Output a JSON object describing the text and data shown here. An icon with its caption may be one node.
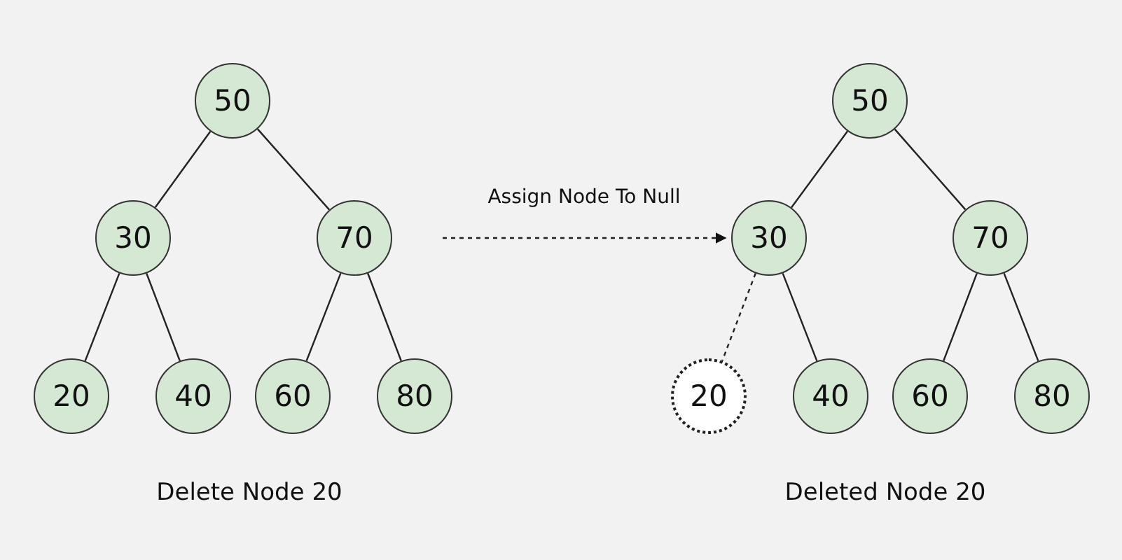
{
  "diagram": {
    "nodes": [
      {
        "text": [
          "50"
        ]
      },
      {
        "text": [
          "30"
        ]
      },
      {
        "text": [
          "70"
        ]
      },
      {
        "text": [
          "20"
        ]
      },
      {
        "text": [
          "40"
        ]
      },
      {
        "text": [
          "60"
        ]
      },
      {
        "text": [
          "80"
        ]
      },
      {
        "text": [
          "50"
        ]
      },
      {
        "text": [
          "30"
        ]
      },
      {
        "text": [
          "70"
        ]
      },
      {
        "text": [
          "20"
        ]
      },
      {
        "text": [
          "40"
        ]
      },
      {
        "text": [
          "60"
        ]
      },
      {
        "text": [
          "80"
        ]
      }
    ],
    "edges": [
      {
        "from": 0,
        "to": 1,
        "arrow": "none"
      },
      {
        "from": 0,
        "to": 2,
        "arrow": "none"
      },
      {
        "from": 1,
        "to": 3,
        "arrow": "none"
      },
      {
        "from": 1,
        "to": 4,
        "arrow": "none"
      },
      {
        "from": 2,
        "to": 5,
        "arrow": "none"
      },
      {
        "from": 2,
        "to": 6,
        "arrow": "none"
      },
      {
        "from": 7,
        "to": 8,
        "arrow": "none"
      },
      {
        "from": 7,
        "to": 9,
        "arrow": "none"
      },
      {
        "from": 8,
        "to": 10,
        "arrow": "none",
        "style": "dashed"
      },
      {
        "from": 8,
        "to": 11,
        "arrow": "none"
      },
      {
        "from": 9,
        "to": 12,
        "arrow": "none"
      },
      {
        "from": 9,
        "to": 13,
        "arrow": "none"
      },
      {
        "from": null,
        "to": 8,
        "arrow": "to",
        "label": "Assign Node To Null",
        "style": "dashed"
      }
    ],
    "labels": [
      "Delete Node 20",
      "Deleted Node 20"
    ]
  }
}
